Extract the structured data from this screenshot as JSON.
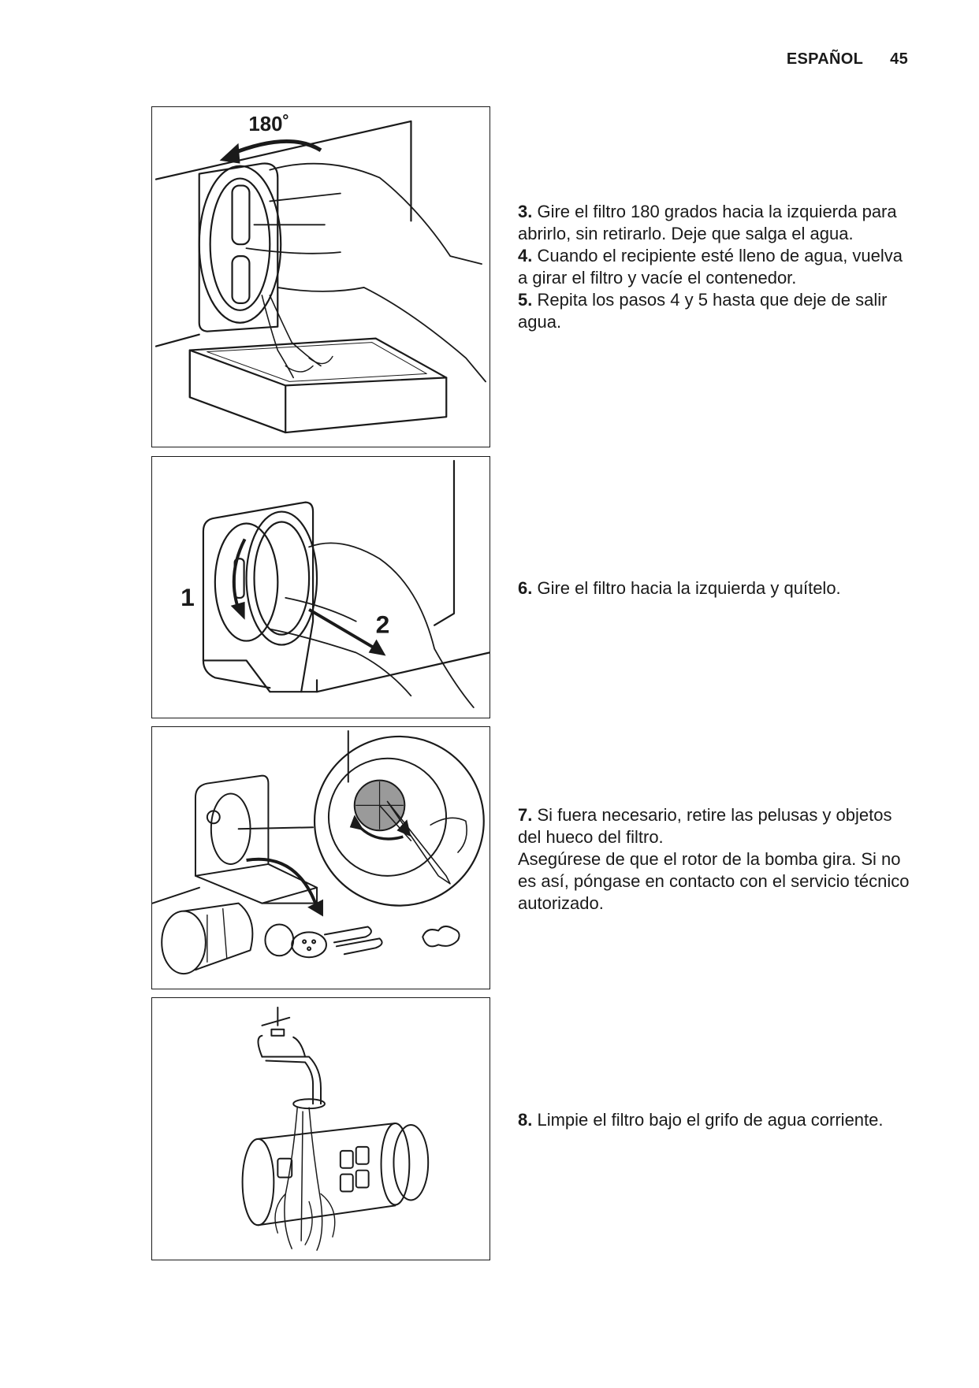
{
  "header": {
    "language": "ESPAÑOL",
    "page_number": "45"
  },
  "figures": {
    "fig1": {
      "angle_label": "180˚"
    },
    "fig2": {
      "label_1": "1",
      "label_2": "2"
    }
  },
  "steps": [
    {
      "num": "3.",
      "text": " Gire el filtro 180 grados hacia la izquierda para abrirlo, sin retirarlo. Deje que salga el agua."
    },
    {
      "num": "4.",
      "text": " Cuando el recipiente esté lleno de agua, vuelva a girar el filtro y vacíe el contenedor."
    },
    {
      "num": "5.",
      "text": " Repita los pasos 4 y 5 hasta que deje de salir agua."
    },
    {
      "num": "6.",
      "text": " Gire el filtro hacia la izquierda y quítelo."
    },
    {
      "num": "7.",
      "text": " Si fuera necesario, retire las pelusas y objetos del hueco del filtro."
    },
    {
      "num": "",
      "text": "Asegúrese de que el rotor de la bomba gira. Si no es así, póngase en contacto con el servicio técnico autorizado."
    },
    {
      "num": "8.",
      "text": " Limpie el filtro bajo el grifo de agua corriente."
    }
  ]
}
